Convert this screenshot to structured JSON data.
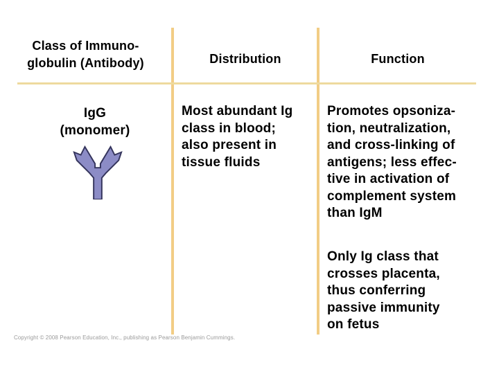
{
  "table": {
    "columns": [
      "Class of Immuno-\nglobulin (Antibody)",
      "Distribution",
      "Function"
    ],
    "rows": [
      {
        "class": "IgG\n(monomer)",
        "icon": "antibody-monomer-icon",
        "distribution": "Most abundant Ig\nclass in blood;\nalso present in\ntissue fluids",
        "function": [
          "Promotes opsoniza-\ntion, neutralization,\nand cross-linking of\nantigens; less effec-\ntive in activation of\ncomplement system\nthan IgM",
          "Only Ig class that\ncrosses placenta,\nthus conferring\npassive immunity\non fetus"
        ]
      }
    ]
  },
  "footer": {
    "copyright": "Copyright © 2008 Pearson Education, Inc., publishing as Pearson Benjamin Cummings."
  },
  "colors": {
    "divider_vertical": "#f2cd85",
    "divider_horizontal": "#eeda9e",
    "antibody_fill": "#8c8cc6",
    "antibody_stroke": "#34345c",
    "text": "#000000",
    "copyright_text": "#9a9a9a"
  }
}
